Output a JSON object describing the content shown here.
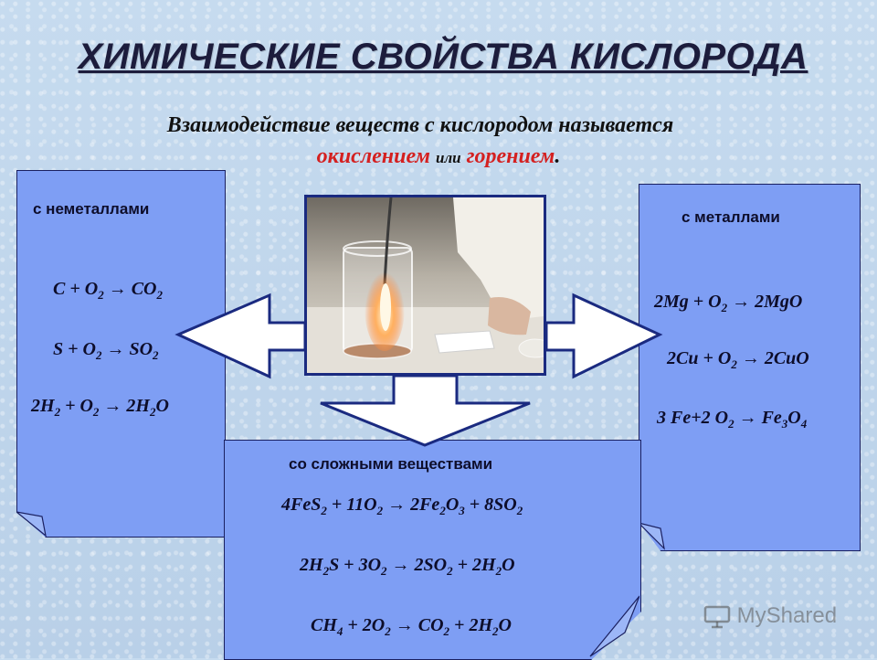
{
  "title": "ХИМИЧЕСКИЕ СВОЙСТВА КИСЛОРОДА",
  "definition": {
    "line1": "Взаимодействие веществ с кислородом называется",
    "word1": "окислением",
    "connector": "или",
    "word2": "горением",
    "end": "."
  },
  "nonmetals": {
    "label": "с неметаллами",
    "equations": [
      {
        "parts": [
          "C + O",
          "2",
          " → CO",
          "2"
        ]
      },
      {
        "parts": [
          "S + O",
          "2",
          " → SO",
          "2"
        ]
      },
      {
        "parts": [
          "2H",
          "2",
          " + O",
          "2",
          " → 2H",
          "2",
          "O"
        ]
      }
    ]
  },
  "metals": {
    "label": "с металлами",
    "equations": [
      {
        "parts": [
          "2Mg + O",
          "2",
          " → 2MgO"
        ]
      },
      {
        "parts": [
          "2Cu + O",
          "2",
          " → 2CuO"
        ]
      },
      {
        "parts": [
          "3 Fe+2 O",
          "2",
          " → Fe",
          "3",
          "O",
          "4"
        ]
      }
    ]
  },
  "complex": {
    "label": "со сложными веществами",
    "equations": [
      {
        "parts": [
          "4FeS",
          "2",
          " + 11O",
          "2",
          " → 2Fe",
          "2",
          "O",
          "3",
          " + 8SO",
          "2"
        ]
      },
      {
        "parts": [
          "2H",
          "2",
          "S + 3O",
          "2",
          " → 2SO",
          "2",
          " + 2H",
          "2",
          "O"
        ]
      },
      {
        "parts": [
          "CH",
          "4",
          " + 2O",
          "2",
          " → CO",
          "2",
          " + 2H",
          "2",
          "O"
        ]
      }
    ]
  },
  "photo": {
    "alt": "Горение в кислороде в стеклянном сосуде"
  },
  "watermark": "MyShared",
  "colors": {
    "panel": "#7e9ef4",
    "arrow_fill": "#ffffff",
    "arrow_stroke": "#1a2a80",
    "accent": "#d42020"
  }
}
